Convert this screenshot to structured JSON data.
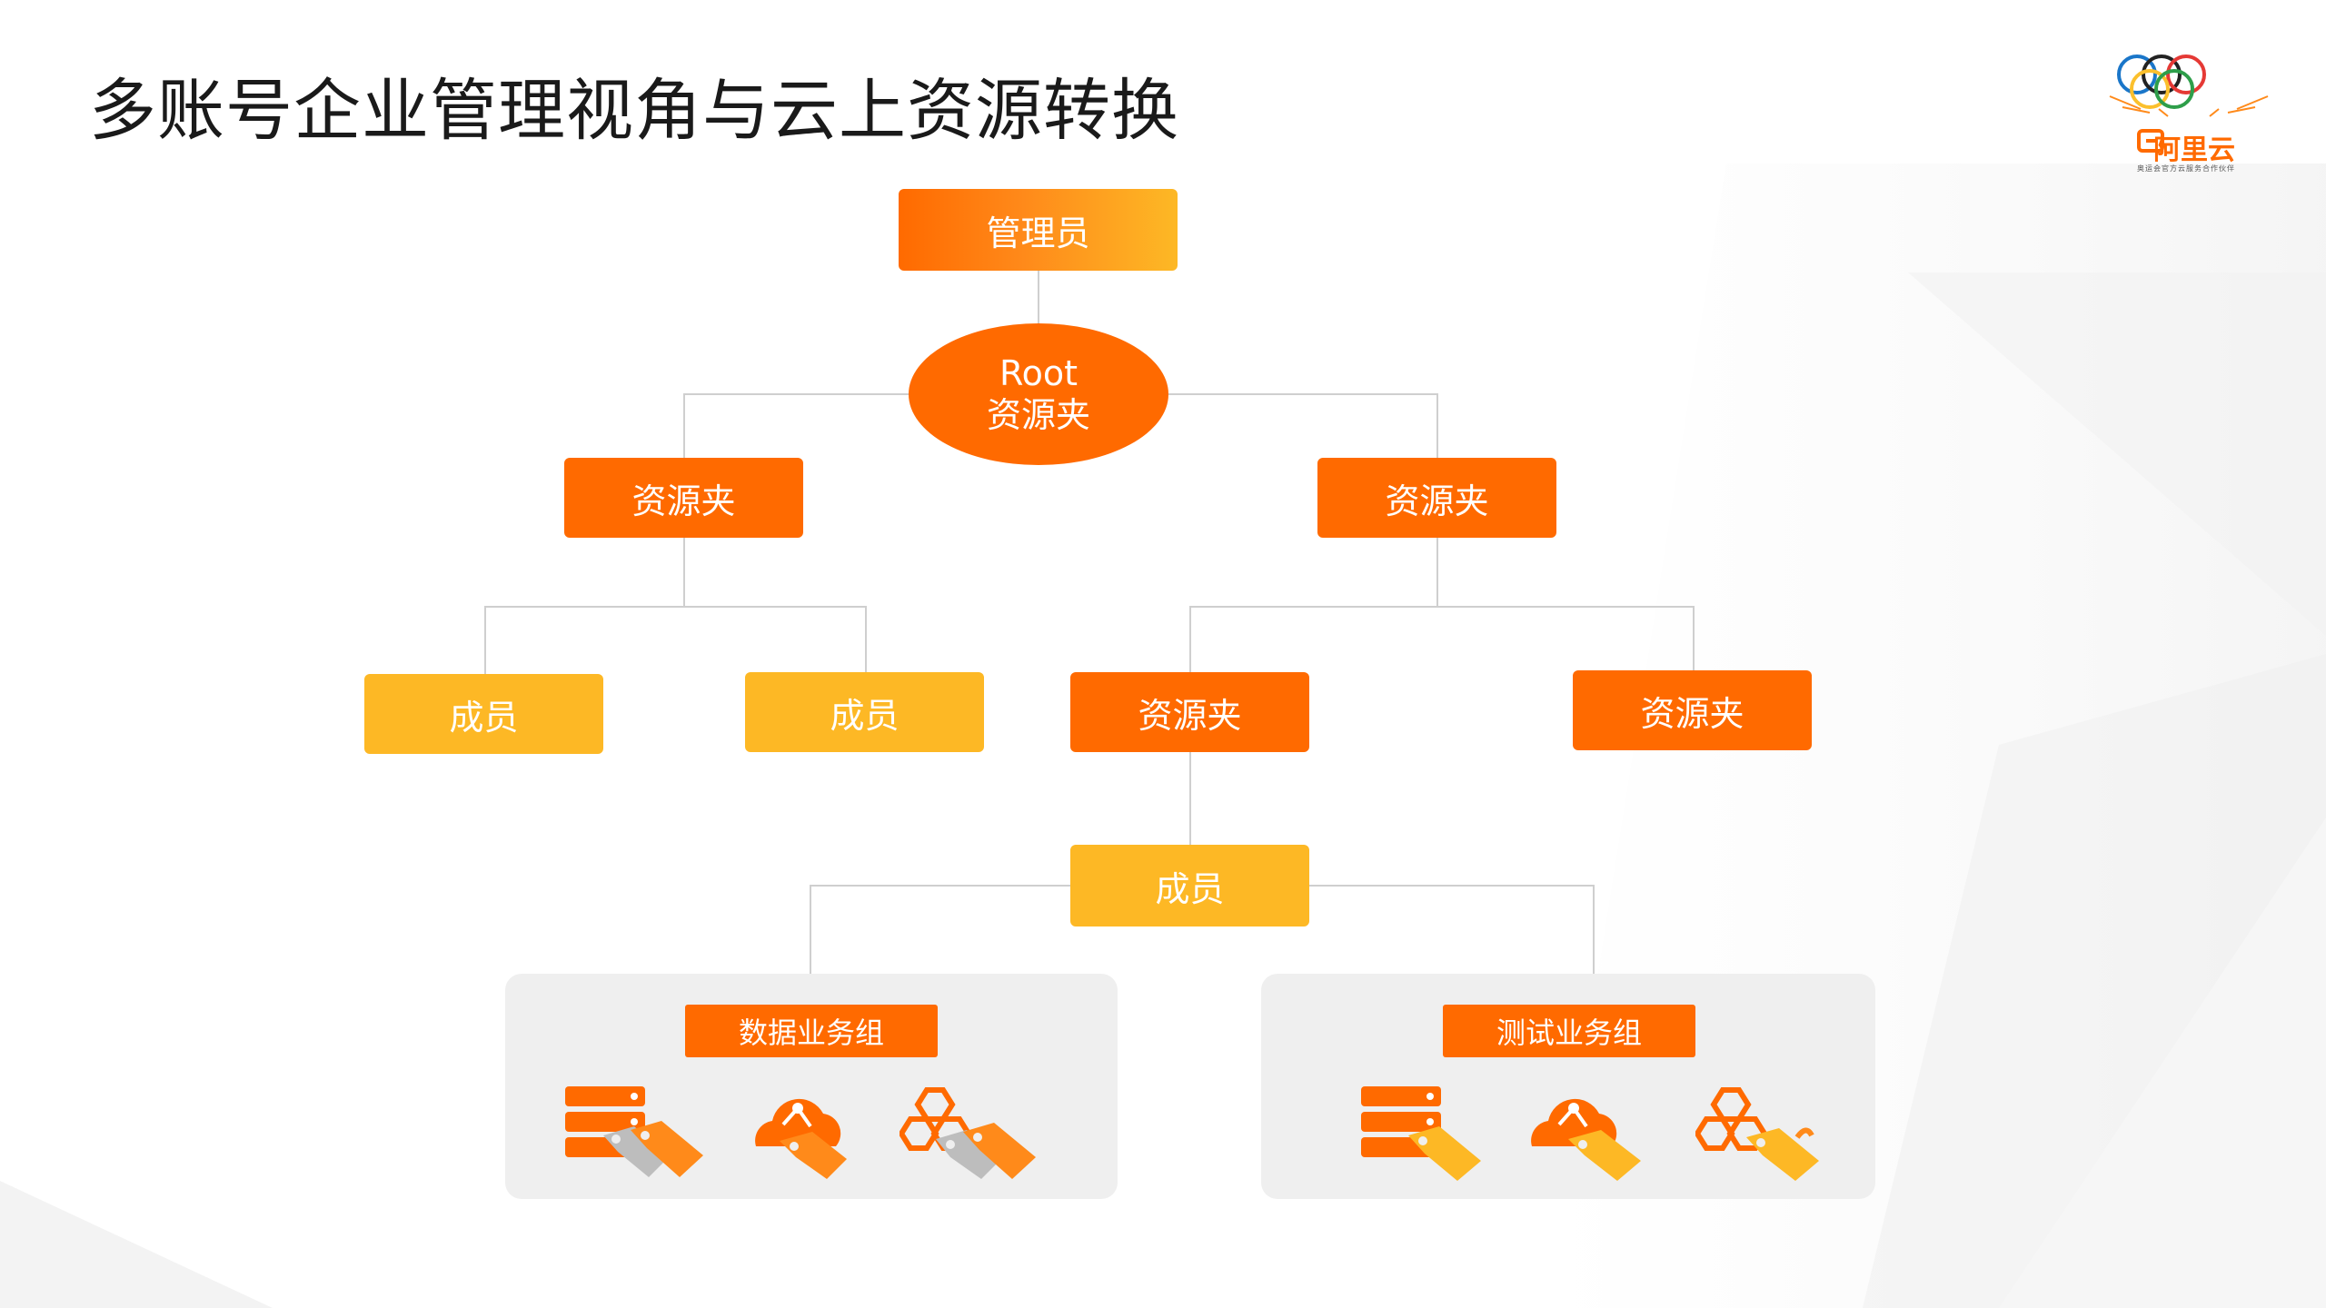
{
  "slide": {
    "title": "多账号企业管理视角与云上资源转换"
  },
  "logo": {
    "name": "阿里云",
    "tagline": "奥运会官方云服务合作伙伴"
  },
  "tree": {
    "admin": "管理员",
    "root_line1": "Root",
    "root_line2": "资源夹",
    "folder_left": "资源夹",
    "folder_right": "资源夹",
    "member_ll": "成员",
    "member_lr": "成员",
    "folder_rl": "资源夹",
    "folder_rr": "资源夹",
    "member_bottom": "成员"
  },
  "groups": {
    "data_group": "数据业务组",
    "test_group": "测试业务组"
  },
  "colors": {
    "orange": "#ff6a00",
    "yellow": "#fdb825",
    "gray_tag": "#bdbdbd",
    "line": "#cfcfcf",
    "panel": "#efefef"
  },
  "icons": [
    "database-tag-icon",
    "cloud-tag-icon",
    "hexagon-tag-icon"
  ]
}
